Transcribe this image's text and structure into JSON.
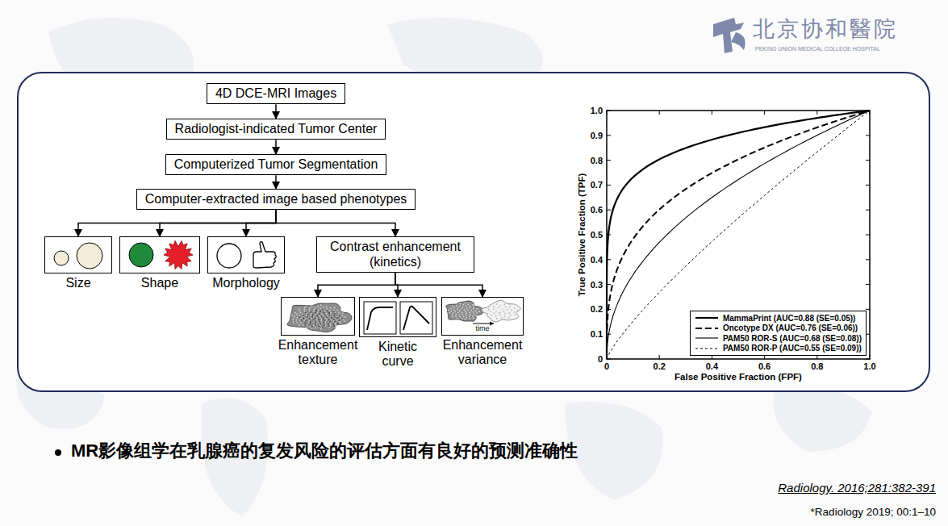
{
  "diagram": {
    "nodes": [
      {
        "text": [
          "4D DCE-MRI Images"
        ]
      },
      {
        "text": [
          "Radiologist-indicated Tumor Center"
        ]
      },
      {
        "text": [
          "Computerized Tumor Segmentation"
        ]
      },
      {
        "text": [
          "Computer-extracted image based phenotypes"
        ]
      },
      {
        "text": [
          "Size"
        ]
      },
      {
        "text": [
          "Shape"
        ]
      },
      {
        "text": [
          "Morphology"
        ]
      },
      {
        "text": [
          "Contrast enhancement (kinetics)"
        ]
      },
      {
        "text": [
          "Enhancement texture"
        ]
      },
      {
        "text": [
          "Kinetic curve"
        ]
      },
      {
        "text": [
          "Enhancement variance",
          "time"
        ]
      }
    ],
    "edges": [
      {
        "from": 0,
        "to": 1,
        "arrow": "to"
      },
      {
        "from": 1,
        "to": 2,
        "arrow": "to"
      },
      {
        "from": 2,
        "to": 3,
        "arrow": "to"
      },
      {
        "from": 3,
        "to": 4,
        "arrow": "to"
      },
      {
        "from": 3,
        "to": 5,
        "arrow": "to"
      },
      {
        "from": 3,
        "to": 6,
        "arrow": "to"
      },
      {
        "from": 3,
        "to": 7,
        "arrow": "to"
      },
      {
        "from": 7,
        "to": 8,
        "arrow": "to"
      },
      {
        "from": 7,
        "to": 9,
        "arrow": "to"
      },
      {
        "from": 7,
        "to": 10,
        "arrow": "to"
      }
    ],
    "labels": [
      "北京协和醫院",
      "PEKING UNION MEDICAL COLLEGE HOSPITAL",
      "True Positive Fraction (TPF)",
      "0",
      "0.1",
      "0.2",
      "0.3",
      "0.4",
      "0.5",
      "0.6",
      "0.7",
      "0.8",
      "0.9",
      "1.0",
      "0",
      "0.2",
      "0.4",
      "0.6",
      "0.8",
      "1.0",
      "False Positive Fraction (FPF)",
      "MR影像组学在乳腺癌的复发风险的评估方面有良好的预测准确性",
      "Radiology. 2016;281:382-391",
      "*Radiology 2019; 00:1–10"
    ],
    "legend": [
      {
        "text": "MammaPrint (AUC=0.88 (SE=0.05))"
      },
      {
        "text": "Oncotype DX (AUC=0.76 (SE=0.06))"
      },
      {
        "text": "PAM50 ROR-S (AUC=0.68 (SE=0.08))"
      },
      {
        "text": "PAM50 ROR-P (AUC=0.55 (SE=0.09))"
      }
    ]
  }
}
